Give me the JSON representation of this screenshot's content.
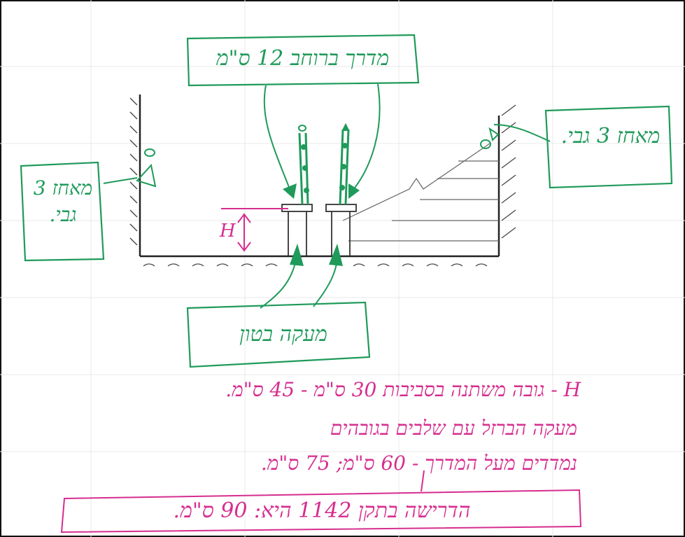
{
  "labels": {
    "cable_12cm": "מדרך ברוחב 12 ס\"מ",
    "anchor_left": "מאחז 3 גבי.",
    "anchor_right": "מאחז 3 גבי.",
    "concrete_curb": "מעקה בטון",
    "height_symbol": "H"
  },
  "notes": {
    "line1": "H - גובה משתנה בסביבות 30 ס\"מ - 45 ס\"מ.",
    "line2": "מעקה הברזל עם שלבים בגובהים",
    "line3": "נמדדים מעל המדרך - 60 ס\"מ; 75 ס\"מ.",
    "line4": "הדרישה בתקן 1142 היא: 90 ס\"מ."
  },
  "colors": {
    "ink_green": "#1f9a5a",
    "ink_magenta": "#d62d8f",
    "ink_black": "#222222",
    "grid": "#e9e9e9"
  }
}
